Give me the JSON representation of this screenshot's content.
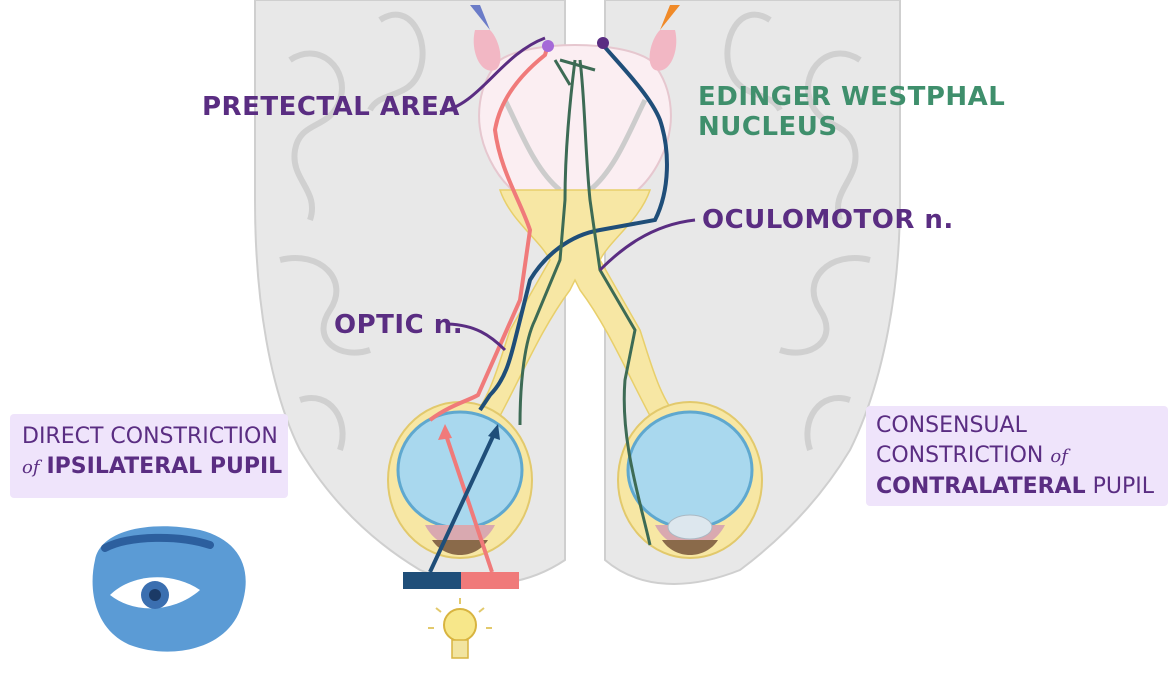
{
  "labels": {
    "pretectal_area": "PRETECTAL AREA",
    "edinger_line1": "EDINGER WESTPHAL",
    "edinger_line2": "NUCLEUS",
    "oculomotor": "OCULOMOTOR n.",
    "optic": "OPTIC n."
  },
  "left_caption": {
    "line1": "DIRECT CONSTRICTION",
    "of": "of",
    "emphasis": "IPSILATERAL PUPIL"
  },
  "right_caption": {
    "line1": "CONSENSUAL",
    "line2_main": "CONSTRICTION",
    "of": "of",
    "emphasis": "CONTRALATERAL",
    "tail": "PUPIL"
  },
  "colors": {
    "afferent_red": "#f07a7a",
    "efferent_blue": "#1f4e79",
    "efferent_green": "#3d6b55",
    "label_purple": "#5a2d82",
    "label_green": "#3f8f6c",
    "caption_bg": "#efe4fb",
    "eyeball": "#a9d8ee",
    "brain": "#e9e9e9",
    "nerve_yellow": "#f7e7a4"
  },
  "icons": [
    "lightbulb-icon",
    "eye-icon"
  ]
}
